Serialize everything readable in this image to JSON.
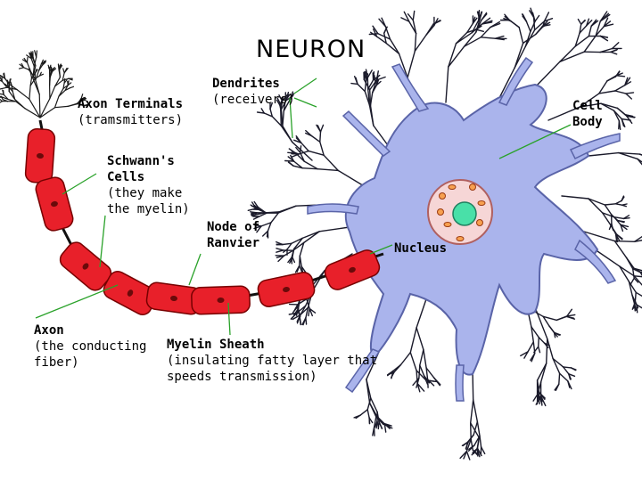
{
  "title": "NEURON",
  "labels": {
    "axon_terminals": {
      "name": "Axon Terminals",
      "desc": "(tramsmitters)"
    },
    "dendrites": {
      "name": "Dendrites",
      "desc": "(receivers)"
    },
    "cell_body": {
      "line1": "Cell",
      "line2": "Body"
    },
    "schwann": {
      "line1": "Schwann's",
      "line2": "Cells",
      "line3": "(they make",
      "line4": "the myelin)"
    },
    "node": {
      "line1": "Node of",
      "line2": "Ranvier"
    },
    "nucleus": "Nucleus",
    "axon": {
      "name": "Axon",
      "line2": "(the conducting",
      "line3": "fiber)"
    },
    "myelin": {
      "name": "Myelin Sheath",
      "line2": "(insulating fatty layer that",
      "line3": "speeds transmission)"
    }
  },
  "colors": {
    "cell_body": "#aab4ec",
    "cell_outline": "#5a64a8",
    "myelin": "#e8202a",
    "nucleus": "#f6d6d6",
    "nucleolus": "#49e0a8",
    "leader_line": "#2aa22a",
    "dendrite_dark": "#1a1a2a"
  }
}
